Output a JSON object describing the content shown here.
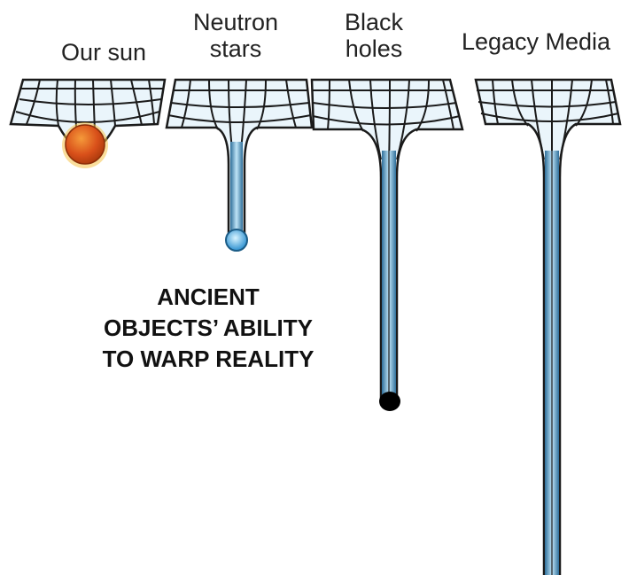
{
  "labels": {
    "sun": "Our sun",
    "neutron": [
      "Neutron",
      "stars"
    ],
    "blackhole": [
      "Black",
      "holes"
    ],
    "legacy": "Legacy Media"
  },
  "caption": [
    "ANCIENT",
    "OBJECTS’ ABILITY",
    "TO WARP REALITY"
  ],
  "colors": {
    "grid": "#1a1a1a",
    "well_fill": "#e4f2fa",
    "tube_light": "#9fd2ee",
    "tube_dark": "#2f6f9a",
    "sun_core": "#e0541a",
    "sun_glow": "#f6c24a",
    "neutron_star": "#5fc6ff",
    "black_hole": "#000000"
  }
}
